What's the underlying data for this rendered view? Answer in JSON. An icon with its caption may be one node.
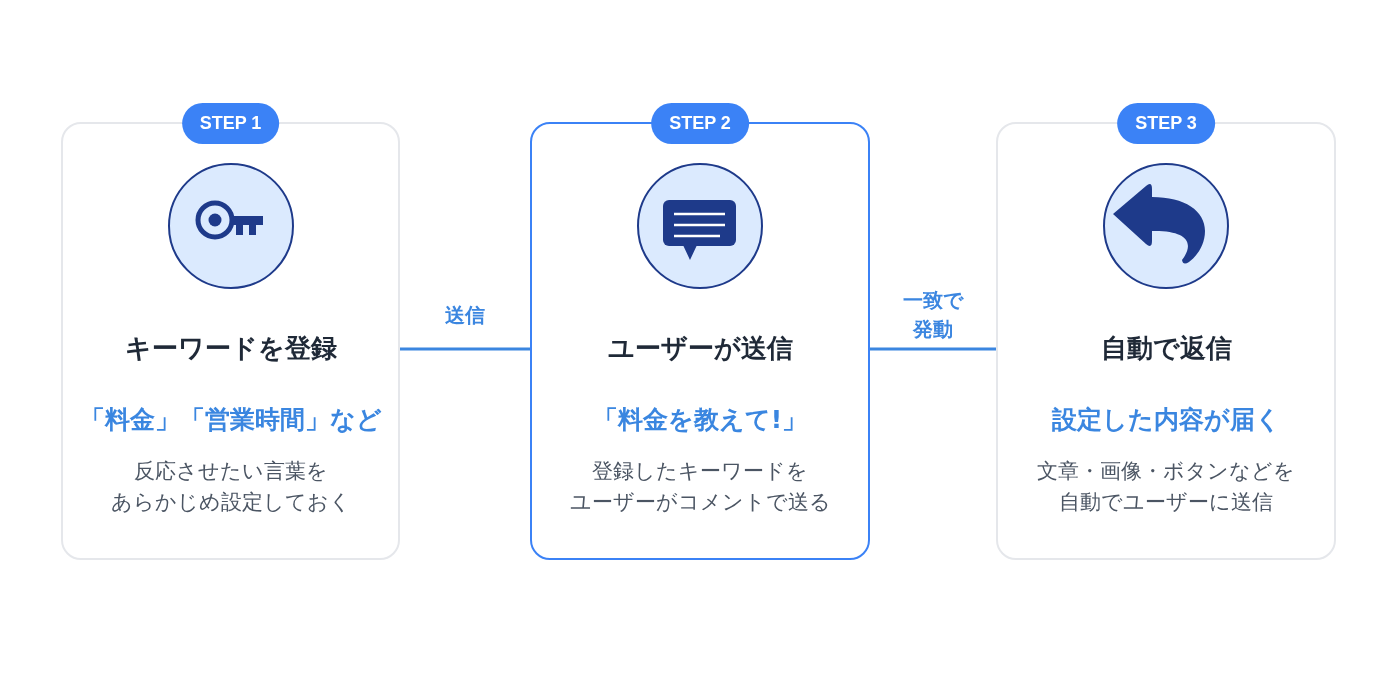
{
  "diagram": {
    "nodes": [
      {
        "text": [
          "STEP 1",
          "キーワードを登録",
          "「料金」「営業時間」など",
          "反応させたい言葉をあらかじめ設定しておく"
        ]
      },
      {
        "text": [
          "STEP 2",
          "ユーザーが送信",
          "「料金を教えて!」",
          "登録したキーワードをユーザーがコメントで送る"
        ]
      },
      {
        "text": [
          "STEP 3",
          "自動で返信",
          "設定した内容が届く",
          "文章・画像・ボタンなどを自動でユーザーに送信"
        ]
      }
    ],
    "edges": [
      {
        "from": 0,
        "to": 1,
        "arrow": "none",
        "label": "送信"
      },
      {
        "from": 1,
        "to": 2,
        "arrow": "none",
        "label": "一致で発動"
      }
    ]
  }
}
